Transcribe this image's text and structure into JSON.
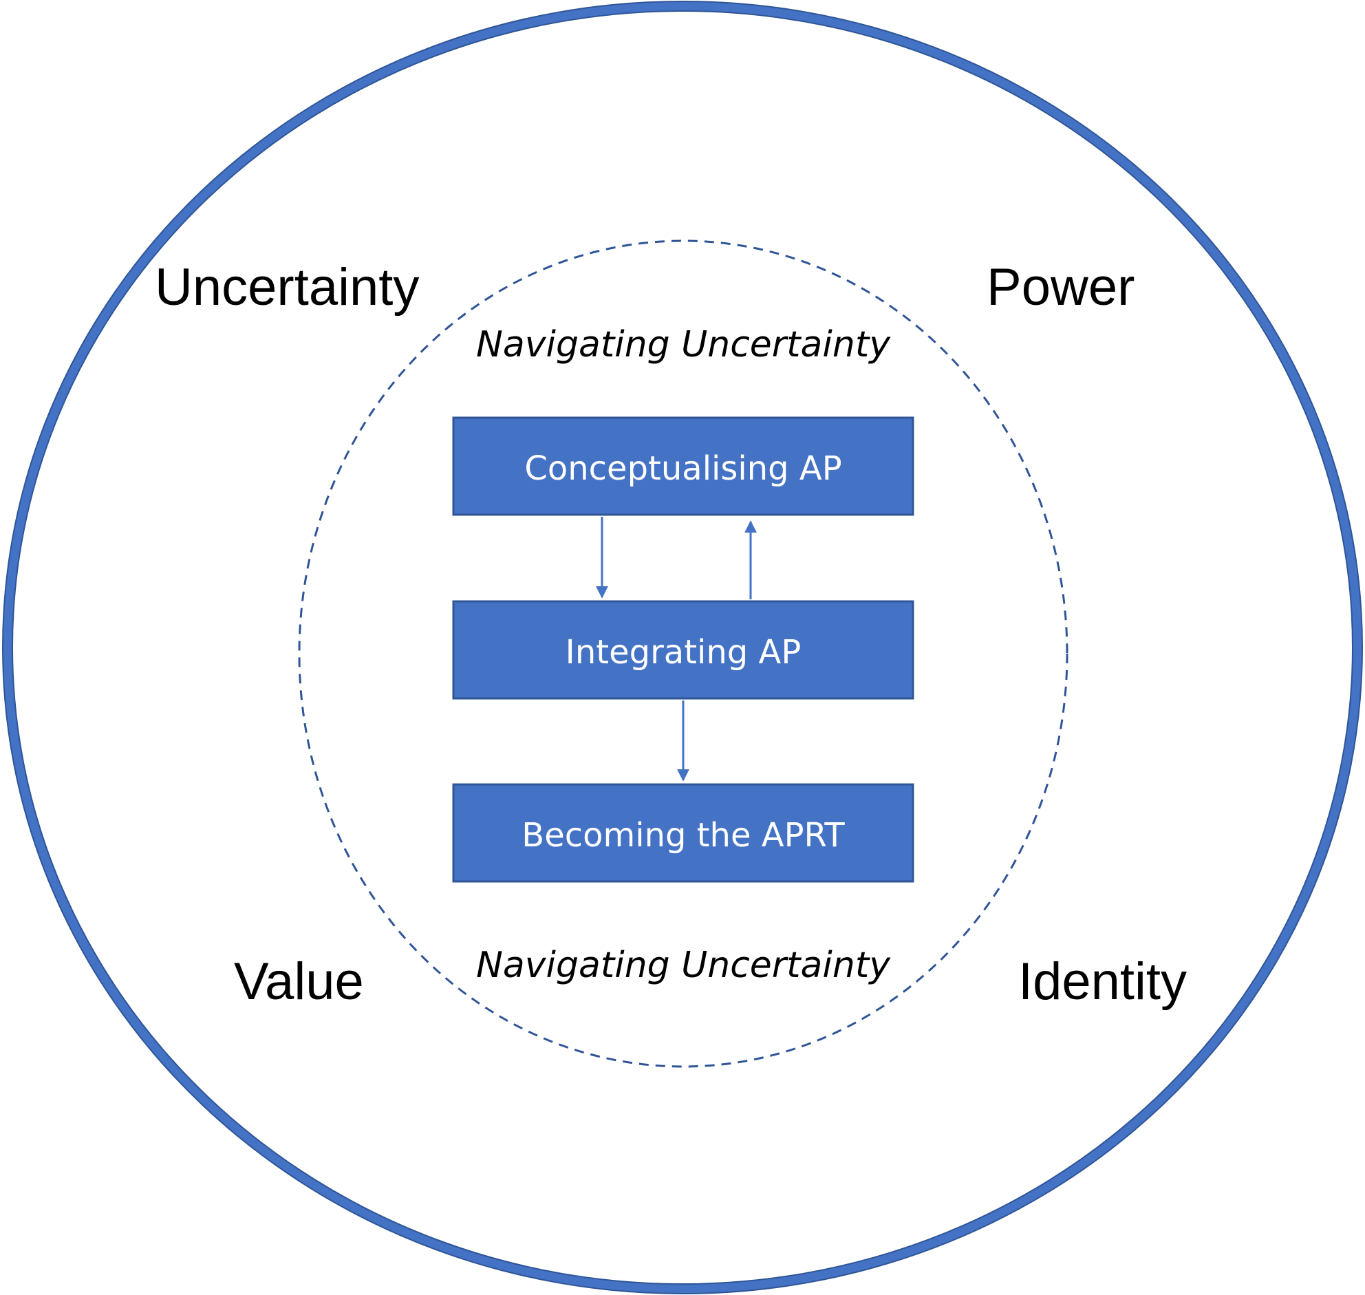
{
  "colors": {
    "primary": "#4472C4",
    "border": "#2F5597",
    "box_text": "#FFFFFF",
    "label_text": "#000000"
  },
  "outer_labels": {
    "top_left": "Uncertainty",
    "top_right": "Power",
    "bottom_left": "Value",
    "bottom_right": "Identity"
  },
  "inner_labels": {
    "top": "Navigating Uncertainty",
    "bottom": "Navigating Uncertainty"
  },
  "boxes": [
    {
      "label": "Conceptualising AP"
    },
    {
      "label": "Integrating AP"
    },
    {
      "label": "Becoming the APRT"
    }
  ]
}
